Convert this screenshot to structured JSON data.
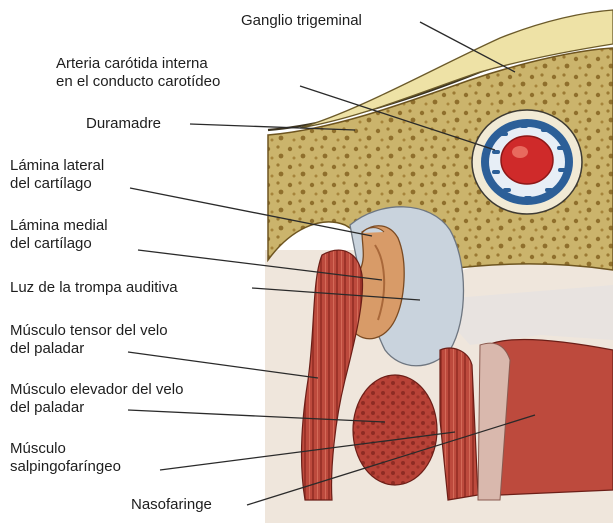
{
  "labels": {
    "ganglio": "Ganglio trigeminal",
    "arteria_1": "Arteria carótida interna",
    "arteria_2": "en el conducto carotídeo",
    "duramadre": "Duramadre",
    "lamina_lateral_1": "Lámina lateral",
    "lamina_lateral_2": "del cartílago",
    "lamina_medial_1": "Lámina medial",
    "lamina_medial_2": "del cartílago",
    "luz": "Luz de la trompa auditiva",
    "tensor_1": "Músculo tensor del velo",
    "tensor_2": "del paladar",
    "elevador_1": "Músculo elevador del velo",
    "elevador_2": "del paladar",
    "salpingo_1": "Músculo",
    "salpingo_2": "salpingofaríngeo",
    "nasofaringe": "Nasofaringe"
  },
  "colors": {
    "ganglion": "#eee2a6",
    "bone": "#cbb46c",
    "bone_spots": "#8f6f2c",
    "dura": "#d9cfa0",
    "artery_lumen": "#cf2a2a",
    "artery_wall": "#2c5f98",
    "cartilage": "#d89b68",
    "tube_lumen": "#c9d3dd",
    "muscle": "#b9443a",
    "muscle_dark": "#8a2a22",
    "leader": "#2a2a2a"
  }
}
